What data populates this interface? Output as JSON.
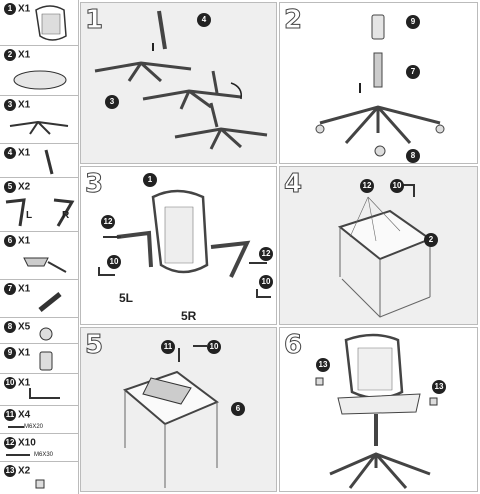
{
  "parts": [
    {
      "num": "1",
      "qty": "X1",
      "icon": "chair-back-icon"
    },
    {
      "num": "2",
      "qty": "X1",
      "icon": "seat-cushion-icon"
    },
    {
      "num": "3",
      "qty": "X1",
      "icon": "base-star-icon"
    },
    {
      "num": "4",
      "qty": "X1",
      "icon": "base-leg-icon"
    },
    {
      "num": "5",
      "qty": "X2",
      "icon": "armrest-icon",
      "sub_l": "L",
      "sub_r": "R"
    },
    {
      "num": "6",
      "qty": "X1",
      "icon": "mechanism-icon"
    },
    {
      "num": "7",
      "qty": "X1",
      "icon": "gas-lift-icon"
    },
    {
      "num": "8",
      "qty": "X5",
      "icon": "caster-icon"
    },
    {
      "num": "9",
      "qty": "X1",
      "icon": "cylinder-cover-icon"
    },
    {
      "num": "10",
      "qty": "X1",
      "icon": "allen-key-icon"
    },
    {
      "num": "11",
      "qty": "X4",
      "icon": "screw-short-icon",
      "spec": "M6X20"
    },
    {
      "num": "12",
      "qty": "X10",
      "icon": "screw-long-icon",
      "spec": "M6X30"
    },
    {
      "num": "13",
      "qty": "X2",
      "icon": "cap-icon"
    }
  ],
  "steps": [
    {
      "num": "1",
      "callouts": [
        "4",
        "3"
      ]
    },
    {
      "num": "2",
      "callouts": [
        "9",
        "7",
        "8"
      ]
    },
    {
      "num": "3",
      "callouts": [
        "1",
        "12",
        "10",
        "12",
        "10"
      ],
      "arm_l": "5L",
      "arm_r": "5R"
    },
    {
      "num": "4",
      "callouts": [
        "12",
        "10",
        "2"
      ]
    },
    {
      "num": "5",
      "callouts": [
        "11",
        "10",
        "6"
      ]
    },
    {
      "num": "6",
      "callouts": [
        "13",
        "13"
      ]
    }
  ]
}
